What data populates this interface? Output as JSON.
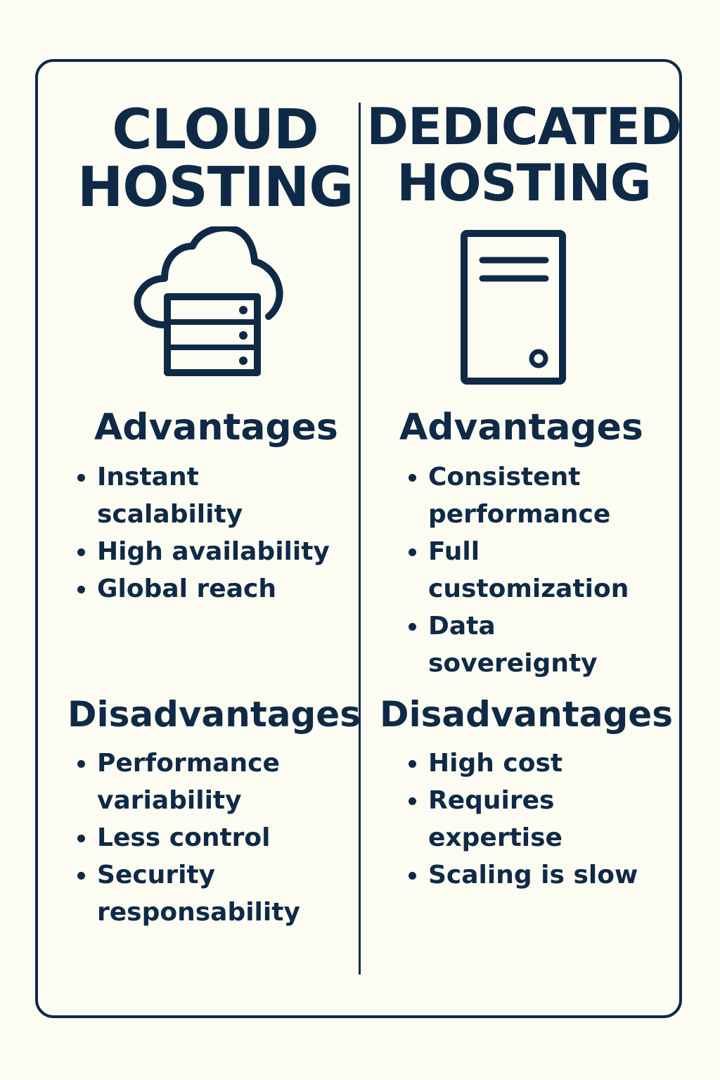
{
  "cloud": {
    "title": "CLOUD\nHOSTING",
    "icon": "cloud-server-icon",
    "advantages_heading": "Advantages",
    "advantages": [
      "Instant scalability",
      "High availability",
      "Global reach"
    ],
    "disadvantages_heading": "Disadvantages",
    "disadvantages": [
      "Performance variability",
      "Less control",
      "Security responsability"
    ]
  },
  "dedicated": {
    "title": "DEDICATED\nHOSTING",
    "icon": "server-tower-icon",
    "advantages_heading": "Advantages",
    "advantages": [
      "Consistent performance",
      "Full customization",
      "Data sovereignty"
    ],
    "disadvantages_heading": "Disadvantages",
    "disadvantages": [
      "High cost",
      "Requires expertise",
      "Scaling is slow"
    ]
  },
  "colors": {
    "ink": "#0e2a47",
    "background": "#fdfcf3"
  }
}
